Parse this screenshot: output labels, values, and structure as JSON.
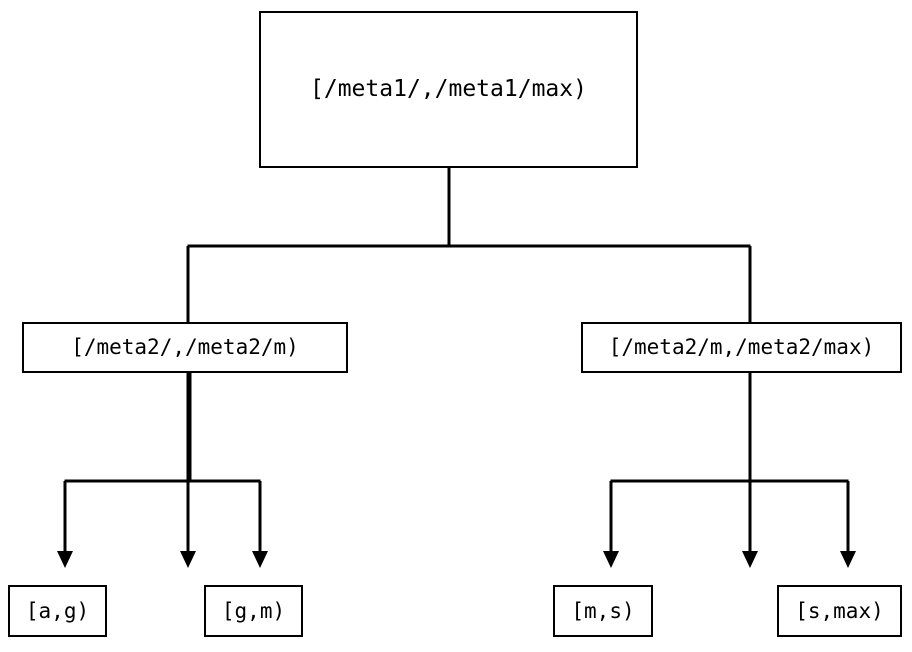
{
  "diagram": {
    "type": "tree",
    "orientation": "top-down",
    "levels": 3,
    "background_color": "#ffffff",
    "line_color": "#000000",
    "node_fill_color": "#ffffff",
    "node_border_color": "#000000",
    "text_color": "#000000"
  },
  "nodes": {
    "root": {
      "label": "[/meta1/,/meta1/max)",
      "level": 0
    },
    "meta2_low": {
      "label": "[/meta2/,/meta2/m)",
      "level": 1
    },
    "meta2_high": {
      "label": "[/meta2/m,/meta2/max)",
      "level": 1
    },
    "leaf_ag": {
      "label": "[a,g)",
      "level": 2
    },
    "leaf_gm": {
      "label": "[g,m)",
      "level": 2
    },
    "leaf_ms": {
      "label": "[m,s)",
      "level": 2
    },
    "leaf_smax": {
      "label": "[s,max)",
      "level": 2
    }
  },
  "edges": [
    {
      "from": "root",
      "to": "meta2_low",
      "arrow": "triangle-down"
    },
    {
      "from": "root",
      "to": "meta2_high",
      "arrow": "triangle-down"
    },
    {
      "from": "meta2_low",
      "to": "leaf_ag",
      "arrow": "triangle-down"
    },
    {
      "from": "meta2_low",
      "to": "leaf_gm",
      "arrow": "triangle-down"
    },
    {
      "from": "meta2_high",
      "to": "leaf_ms",
      "arrow": "triangle-down"
    },
    {
      "from": "meta2_high",
      "to": "leaf_smax",
      "arrow": "triangle-down"
    }
  ]
}
